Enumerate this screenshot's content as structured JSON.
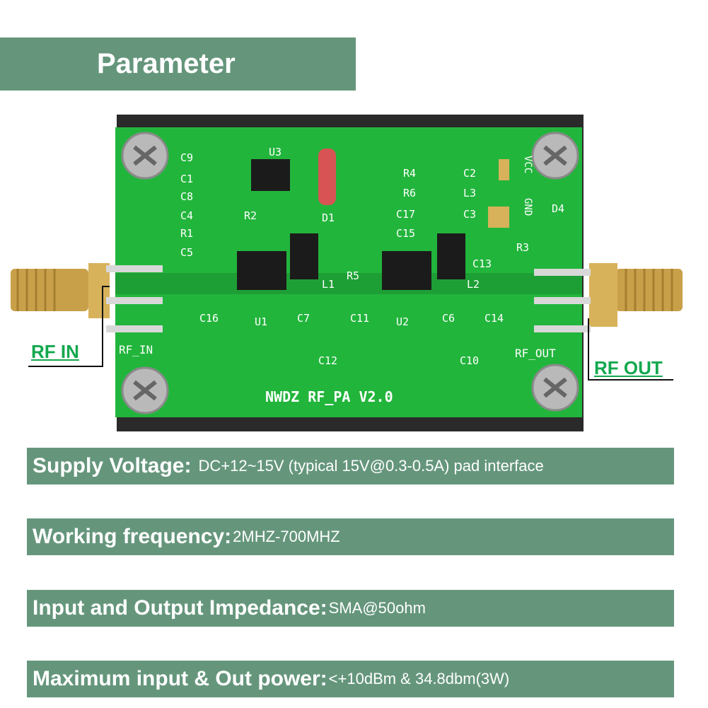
{
  "banner": {
    "title": "Parameter"
  },
  "board": {
    "silkscreen_title": "NWDZ RF_PA V2.0",
    "rf_in_silk": "RF_IN",
    "rf_out_silk": "RF_OUT",
    "vcc_silk": "VCC",
    "gnd_silk": "GND",
    "components": [
      "C9",
      "C1",
      "C8",
      "C4",
      "R1",
      "C5",
      "U3",
      "D1",
      "R2",
      "R4",
      "C2",
      "R6",
      "L3",
      "C17",
      "C3",
      "C15",
      "D4",
      "R3",
      "R5",
      "C13",
      "L1",
      "L2",
      "C16",
      "U1",
      "C7",
      "C11",
      "U2",
      "C6",
      "C14",
      "C12",
      "C10"
    ],
    "colors": {
      "pcb": "#22b53c",
      "silk": "#ffffff",
      "connector": "#c9a04a"
    }
  },
  "labels": {
    "rf_in": "RF IN",
    "rf_out": "RF OUT"
  },
  "specs": [
    {
      "label": "Supply Voltage:",
      "value": "DC+12~15V (typical 15V@0.3-0.5A) pad interface"
    },
    {
      "label": "Working frequency:",
      "value": "2MHZ-700MHZ"
    },
    {
      "label": "Input and Output Impedance:",
      "value": "SMA@50ohm"
    },
    {
      "label": "Maximum input & Out power:",
      "value": "<+10dBm & 34.8dbm(3W)"
    }
  ],
  "theme": {
    "band": "#65967c",
    "accent_label": "#12a84e"
  }
}
